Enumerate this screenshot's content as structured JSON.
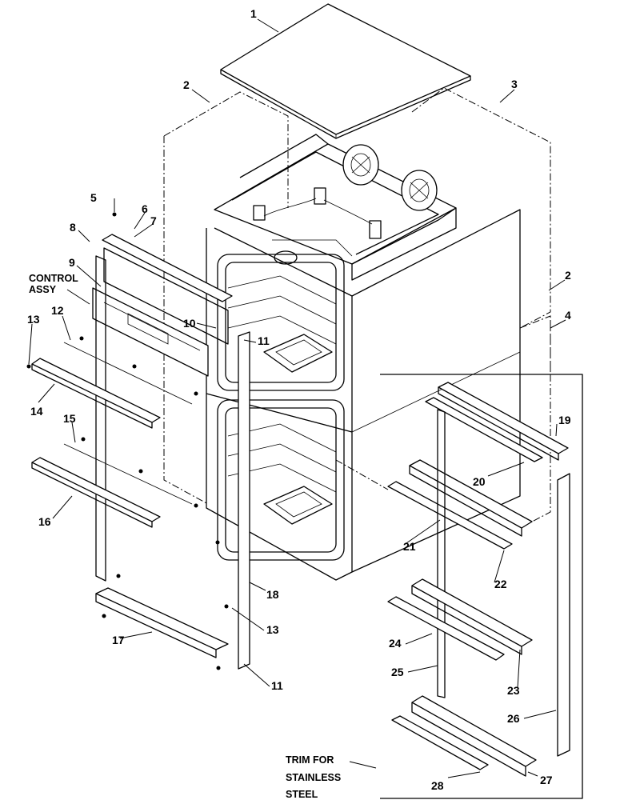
{
  "callouts": [
    {
      "id": "c1",
      "text": "1"
    },
    {
      "id": "c2a",
      "text": "2"
    },
    {
      "id": "c3",
      "text": "3"
    },
    {
      "id": "c2b",
      "text": "2"
    },
    {
      "id": "c4",
      "text": "4"
    },
    {
      "id": "c5",
      "text": "5"
    },
    {
      "id": "c6",
      "text": "6"
    },
    {
      "id": "c7",
      "text": "7"
    },
    {
      "id": "c8",
      "text": "8"
    },
    {
      "id": "c9",
      "text": "9"
    },
    {
      "id": "c10",
      "text": "10"
    },
    {
      "id": "c11a",
      "text": "11"
    },
    {
      "id": "c11b",
      "text": "11"
    },
    {
      "id": "c12",
      "text": "12"
    },
    {
      "id": "c13a",
      "text": "13"
    },
    {
      "id": "c13b",
      "text": "13"
    },
    {
      "id": "c14",
      "text": "14"
    },
    {
      "id": "c15",
      "text": "15"
    },
    {
      "id": "c16",
      "text": "16"
    },
    {
      "id": "c17",
      "text": "17"
    },
    {
      "id": "c18",
      "text": "18"
    },
    {
      "id": "c19",
      "text": "19"
    },
    {
      "id": "c20",
      "text": "20"
    },
    {
      "id": "c21",
      "text": "21"
    },
    {
      "id": "c22",
      "text": "22"
    },
    {
      "id": "c23",
      "text": "23"
    },
    {
      "id": "c24",
      "text": "24"
    },
    {
      "id": "c25",
      "text": "25"
    },
    {
      "id": "c26",
      "text": "26"
    },
    {
      "id": "c27",
      "text": "27"
    },
    {
      "id": "c28",
      "text": "28"
    }
  ],
  "notes": {
    "control_assy": [
      "CONTROL",
      "ASSY"
    ],
    "trim": [
      "TRIM FOR",
      "STAINLESS",
      "STEEL"
    ]
  }
}
